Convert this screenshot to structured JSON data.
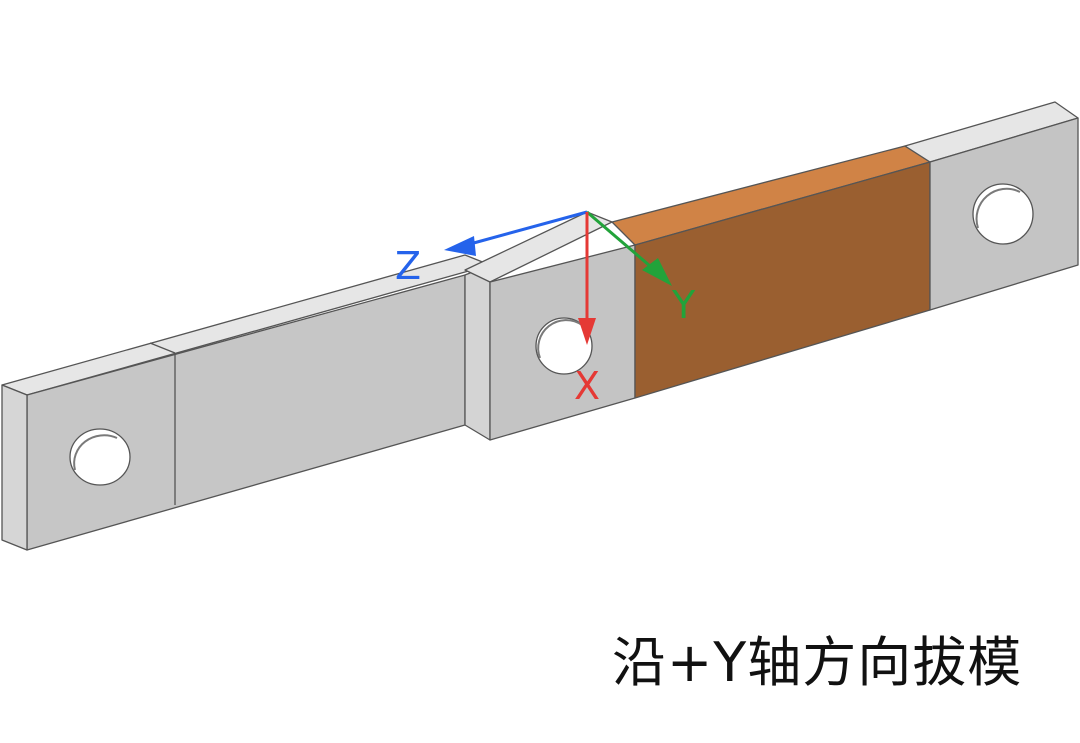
{
  "caption": "沿+Y轴方向拔模",
  "axes": {
    "z": {
      "label": "Z",
      "color": "#2563eb"
    },
    "y": {
      "label": "Y",
      "color": "#22a33a"
    },
    "x": {
      "label": "X",
      "color": "#e53935"
    }
  },
  "colors": {
    "face_top": "#e6e6e6",
    "face_front": "#c4c4c4",
    "face_side": "#d4d4d4",
    "edge": "#555555",
    "draft_face_front": "#9a5f30",
    "draft_face_top": "#d08346",
    "hole": "#ffffff"
  }
}
